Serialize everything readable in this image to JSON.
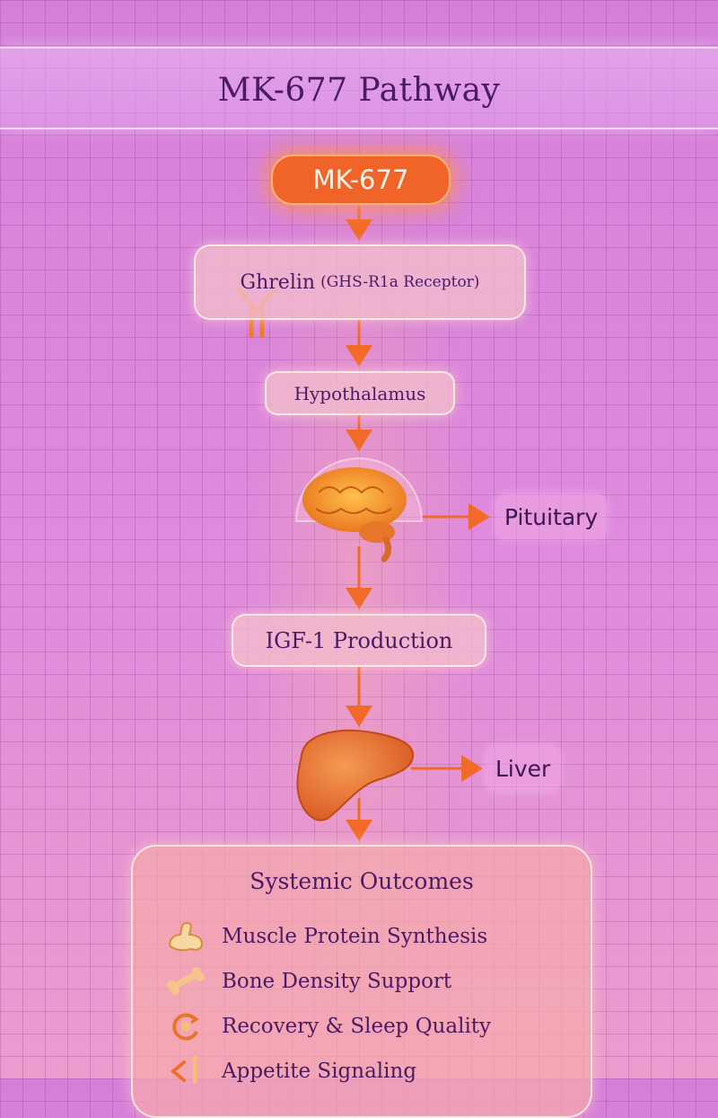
{
  "title": "MK-677 Pathway",
  "nodes": {
    "start": "MK-677",
    "receptor_main": "Ghrelin",
    "receptor_detail": "(GHS-R1a Receptor)",
    "hypothalamus": "Hypothalamus",
    "pituitary": "Pituitary",
    "igf": "IGF-1 Production",
    "liver": "Liver"
  },
  "outcomes": {
    "title": "Systemic Outcomes",
    "items": [
      {
        "label": "Muscle Protein Synthesis",
        "icon": "muscle-icon"
      },
      {
        "label": "Bone Density Support",
        "icon": "bone-icon"
      },
      {
        "label": "Recovery & Sleep Quality",
        "icon": "recovery-icon"
      },
      {
        "label": "Appetite Signaling",
        "icon": "appetite-icon"
      }
    ]
  },
  "colors": {
    "accent": "#f0642a",
    "text": "#4a1a63",
    "background": "#dc84dc",
    "arrow": "#f26a28"
  }
}
